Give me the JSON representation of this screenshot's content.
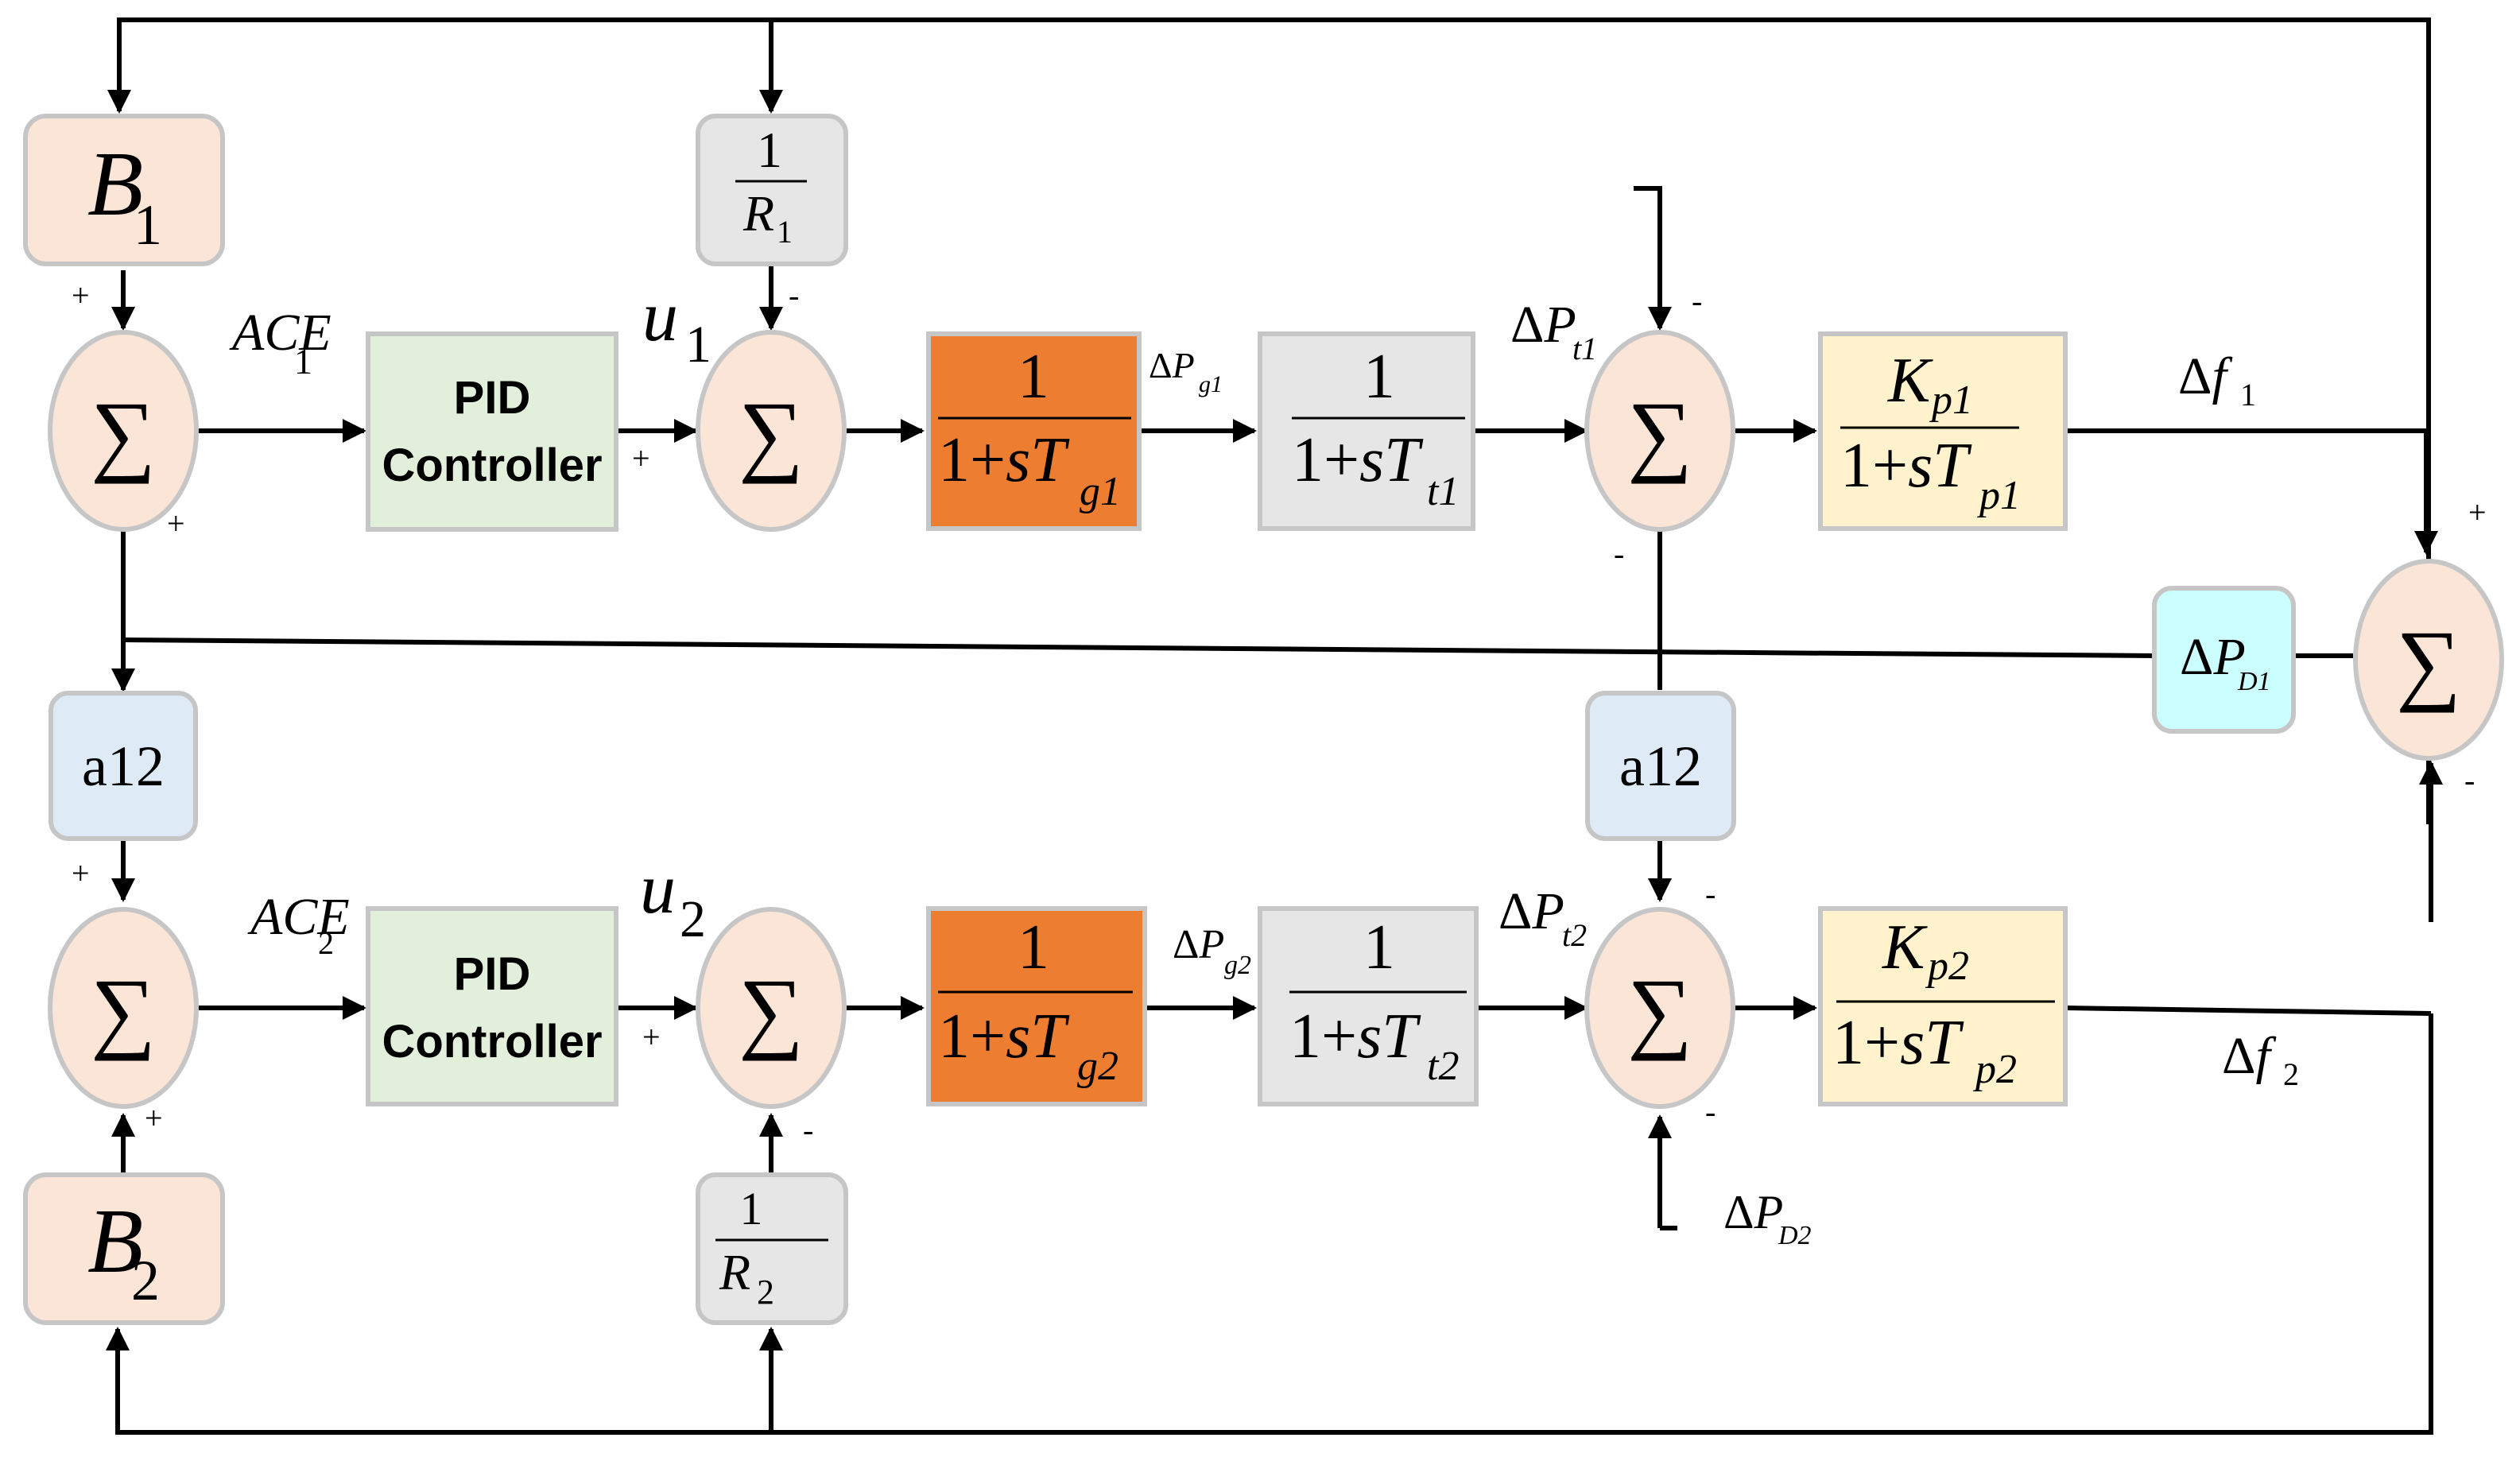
{
  "colors": {
    "sum_fill": "#fbe5d6",
    "bias_fill": "#fbe5d6",
    "droop_fill": "#e7e6e6",
    "pid_fill": "#e2efda",
    "governor_fill": "#ed7d31",
    "turbine_fill": "#e7e6e6",
    "power_fill": "#fff2cc",
    "tie_fill": "#deebf7",
    "disturb_fill": "#ccffff",
    "line": "#000000"
  },
  "area1": {
    "bias": {
      "base": "B",
      "sub": "1"
    },
    "ace": {
      "base": "ACE",
      "sub": "1"
    },
    "pid": {
      "line1": "PID",
      "line2": "Controller"
    },
    "u": {
      "base": "u",
      "sub": "1"
    },
    "droop": {
      "num": "1",
      "base": "R",
      "sub": "1"
    },
    "governor": {
      "num": "1",
      "den_pre": "1+",
      "den_s": "s",
      "den_T": "T",
      "den_sub": "g1"
    },
    "dPg": {
      "delta": "Δ",
      "base": "P",
      "sub": "g1"
    },
    "turbine": {
      "num": "1",
      "den_pre": "1+",
      "den_s": "s",
      "den_T": "T",
      "den_sub": "t1"
    },
    "dPt": {
      "delta": "Δ",
      "base": "P",
      "sub": "t1"
    },
    "power": {
      "num_base": "K",
      "num_sub": "p1",
      "den_pre": "1+",
      "den_s": "s",
      "den_T": "T",
      "den_sub": "p1"
    },
    "df": {
      "delta": "Δ",
      "base": "f",
      "sub": "1"
    },
    "dPD": {
      "delta": "Δ",
      "base": "P",
      "sub": "D1"
    }
  },
  "area2": {
    "bias": {
      "base": "B",
      "sub": "2"
    },
    "ace": {
      "base": "ACE",
      "sub": "2"
    },
    "pid": {
      "line1": "PID",
      "line2": "Controller"
    },
    "u": {
      "base": "u",
      "sub": "2"
    },
    "droop": {
      "num": "1",
      "base": "R",
      "sub": "2"
    },
    "governor": {
      "num": "1",
      "den_pre": "1+",
      "den_s": "s",
      "den_T": "T",
      "den_sub": "g2"
    },
    "dPg": {
      "delta": "Δ",
      "base": "P",
      "sub": "g2"
    },
    "turbine": {
      "num": "1",
      "den_pre": "1+",
      "den_s": "s",
      "den_T": "T",
      "den_sub": "t2"
    },
    "dPt": {
      "delta": "Δ",
      "base": "P",
      "sub": "t2"
    },
    "power": {
      "num_base": "K",
      "num_sub": "p2",
      "den_pre": "1+",
      "den_s": "s",
      "den_T": "T",
      "den_sub": "p2"
    },
    "df": {
      "delta": "Δ",
      "base": "f",
      "sub": "2"
    },
    "dPD": {
      "delta": "Δ",
      "base": "P",
      "sub": "D2"
    }
  },
  "tie": {
    "label_left": "a12",
    "label_right": "a12"
  },
  "sum_symbol": "∑",
  "signs": {
    "plus": "+",
    "minus": "-"
  }
}
